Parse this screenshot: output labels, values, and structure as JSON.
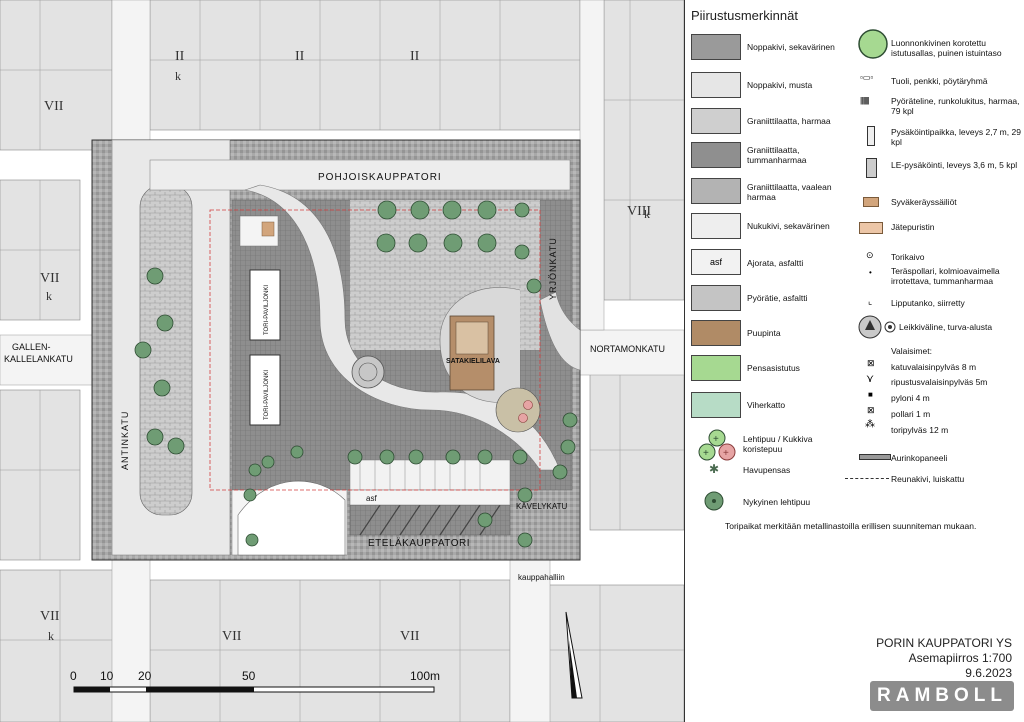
{
  "map": {
    "streets": {
      "pohjoiskauppatori": "POHJOISKAUPPATORI",
      "etelakauppatori": "ETELÄKAUPPATORI",
      "yrjonkatu": "YRJÖNKATU",
      "antinkatu": "ANTINKATU",
      "gallen_line1": "GALLEN-",
      "gallen_line2": "KALLELANKATU",
      "nortamonkatu": "NORTAMONKATU",
      "kavelykatu": "KÄVELYKATU",
      "kauppahalliin": "kauppahalliin"
    },
    "features": {
      "toripaviljonki": "TORI-PAVILJONKI",
      "satakielilava": "SATAKIELILAVA",
      "asf": "asf"
    },
    "building_label_roman": "VII",
    "building_label_k": "k",
    "building_label_roman_big": "VIII",
    "building_label_roman_small": "II"
  },
  "legend": {
    "title": "Piirustusmerkinnät",
    "left_items": [
      {
        "label": "Noppakivi, sekavärinen",
        "swatch": "#9a9a9a"
      },
      {
        "label": "Noppakivi, musta",
        "swatch": "#e6e6e6"
      },
      {
        "label": "Graniittilaatta, harmaa",
        "swatch": "#cfcfcf"
      },
      {
        "label": "Graniittilaatta, tummanharmaa",
        "swatch": "#8f8f8f"
      },
      {
        "label": "Graniittilaatta, vaalean harmaa",
        "swatch": "#b3b3b3"
      },
      {
        "label": "Nukukivi, sekavärinen",
        "swatch": "#eeeeee"
      },
      {
        "label": "Ajorata, asfaltti",
        "swatch": "#f2f2f2",
        "swatch_text": "asf"
      },
      {
        "label": "Pyörätie, asfaltti",
        "swatch": "#c4c4c4"
      },
      {
        "label": "Puupinta",
        "swatch": "#b08b66"
      },
      {
        "label": "Pensasistutus",
        "swatch": "#a6d991"
      },
      {
        "label": "Viherkatto",
        "swatch": "#b7dcc6"
      }
    ],
    "tree_labels": {
      "lehtipuu": "Lehtipuu / Kukkiva koristepuu",
      "havupensas": "Havupensas",
      "nykyinen": "Nykyinen lehtipuu"
    },
    "right_items": {
      "luonnonkivinen": "Luonnonkivinen korotettu istutusallas, puinen istuintaso",
      "tuoli": "Tuoli, penkki, pöytäryhmä",
      "pyorateline": "Pyöräteline, runkolukitus, harmaa, 79 kpl",
      "pysakointi": "Pysäköintipaikka, leveys 2,7 m, 29 kpl",
      "le_pysakointi": "LE-pysäköinti, leveys 3,6 m, 5 kpl",
      "syvakerays": "Syväkeräyssäiliöt",
      "jatepuristin": "Jätepuristin",
      "torikaivo": "Torikaivo",
      "teraspollari": "Teräspollari, kolmioavaimella irrotettava, tummanharmaa",
      "lipputanko": "Lipputanko, siirretty",
      "leikkivaline": "Leikkiväline, turva-alusta",
      "valaisimet": "Valaisimet:",
      "katuvalaisin": "katuvalaisinpylväs 8 m",
      "ripustus": "ripustusvalaisinpylväs 5m",
      "pyloni": "pyloni 4 m",
      "pollari": "pollari 1 m",
      "toripylvas": "toripylväs 12 m",
      "aurinkopaneeli": "Aurinkopaneeli",
      "reunakivi": "Reunakivi, luiskattu"
    },
    "note": "Toripaikat merkitään metallinastoilla erillisen suunniteman mukaan."
  },
  "title_block": {
    "title": "PORIN KAUPPATORI YS",
    "subtitle": "Asemapiirros 1:700",
    "date": "9.6.2023",
    "company": "RAMBOLL"
  },
  "scale_bar": {
    "labels": [
      "0",
      "10",
      "20",
      "50",
      "100m"
    ]
  }
}
